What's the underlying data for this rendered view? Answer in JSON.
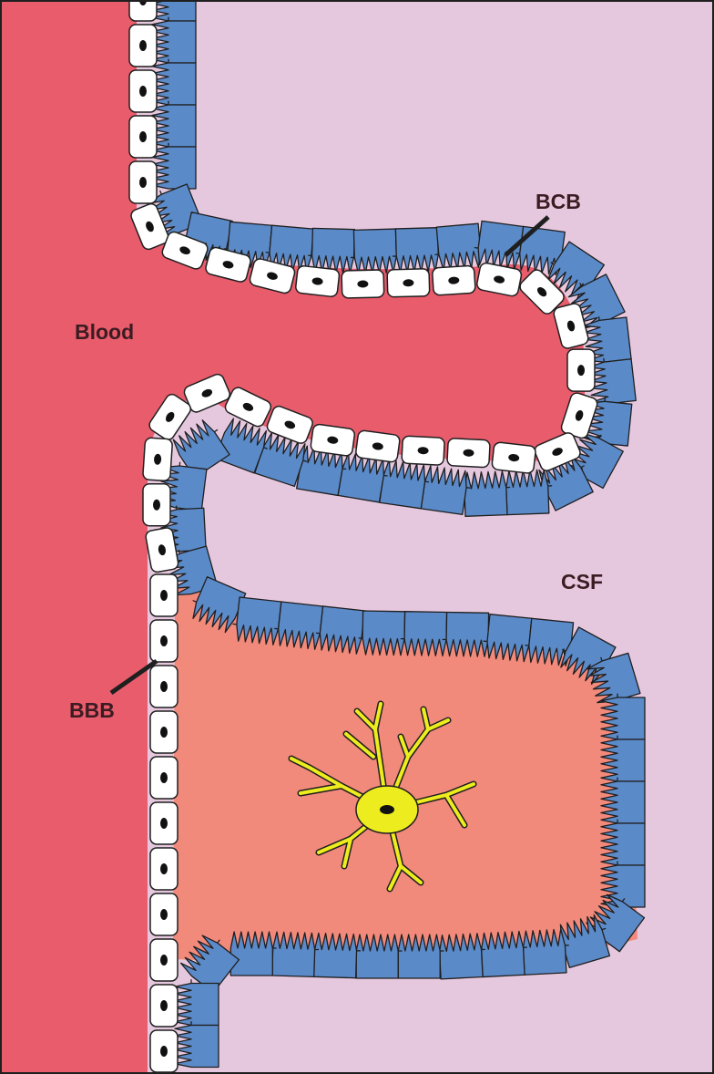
{
  "labels": {
    "blood": "Blood",
    "bcb": "BCB",
    "csf": "CSF",
    "bbb": "BBB"
  },
  "colors": {
    "blood": "#e95c6c",
    "csf": "#e6c8de",
    "brain_tissue": "#f28a7c",
    "epithelium": "#5b8ac8",
    "endothelium": "#ffffff",
    "astrocyte": "#ecec1e",
    "outline": "#1f1f1f",
    "nucleus": "#111111"
  }
}
